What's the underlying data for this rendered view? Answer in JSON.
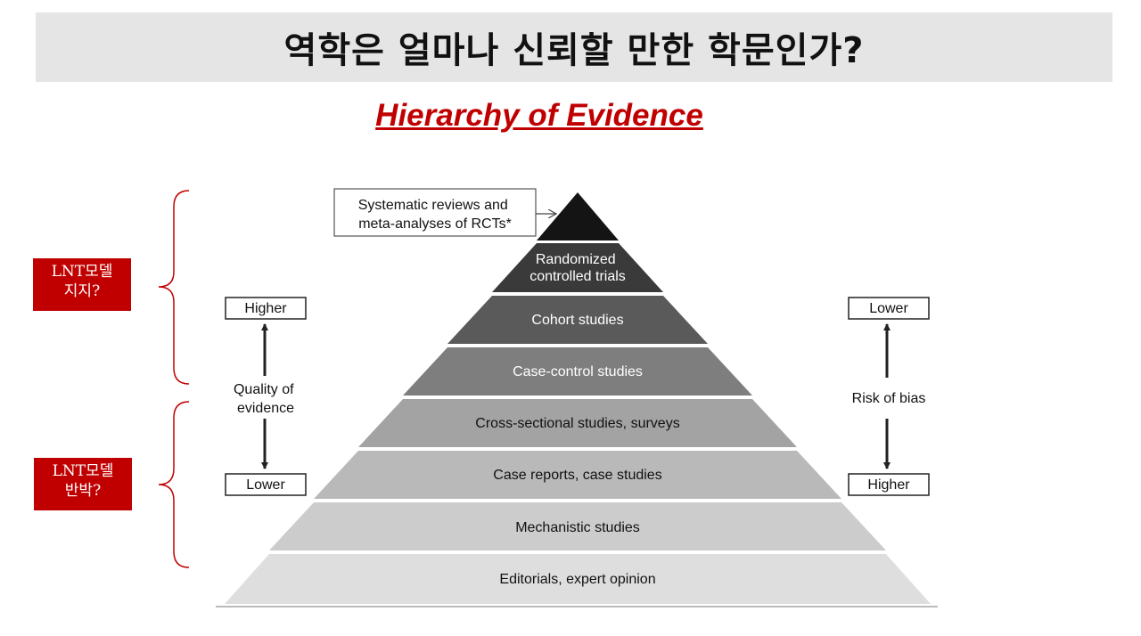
{
  "title": "역학은 얼마나 신뢰할 만한 학문인가?",
  "subtitle": "Hierarchy of Evidence",
  "side_labels": {
    "support": [
      "LNT모델",
      "지지?"
    ],
    "refute": [
      "LNT모델",
      "반박?"
    ]
  },
  "pyramid": {
    "callout": [
      "Systematic reviews and",
      "meta-analyses of RCTs*"
    ],
    "levels": [
      {
        "label": [
          "Randomized",
          "controlled trials"
        ]
      },
      {
        "label": [
          "Cohort studies"
        ]
      },
      {
        "label": [
          "Case-control studies"
        ]
      },
      {
        "label": [
          "Cross-sectional studies, surveys"
        ]
      },
      {
        "label": [
          "Case reports, case studies"
        ]
      },
      {
        "label": [
          "Mechanistic studies"
        ]
      },
      {
        "label": [
          "Editorials, expert opinion"
        ]
      }
    ]
  },
  "quality_axis": {
    "top": "Higher",
    "label": [
      "Quality of",
      "evidence"
    ],
    "bottom": "Lower"
  },
  "bias_axis": {
    "top": "Lower",
    "label": [
      "Risk of bias"
    ],
    "bottom": "Higher"
  },
  "colors": {
    "accent_red": "#c00000",
    "title_bar": "#e5e5e5",
    "apex": "#141414",
    "level_fills": [
      "#3a3a3a",
      "#5a5a5a",
      "#7e7e7e",
      "#a3a3a3",
      "#b9b9b9",
      "#cccccc",
      "#dedede"
    ],
    "level_text": [
      "#ffffff",
      "#ffffff",
      "#ffffff",
      "#111111",
      "#111111",
      "#111111",
      "#111111"
    ]
  }
}
